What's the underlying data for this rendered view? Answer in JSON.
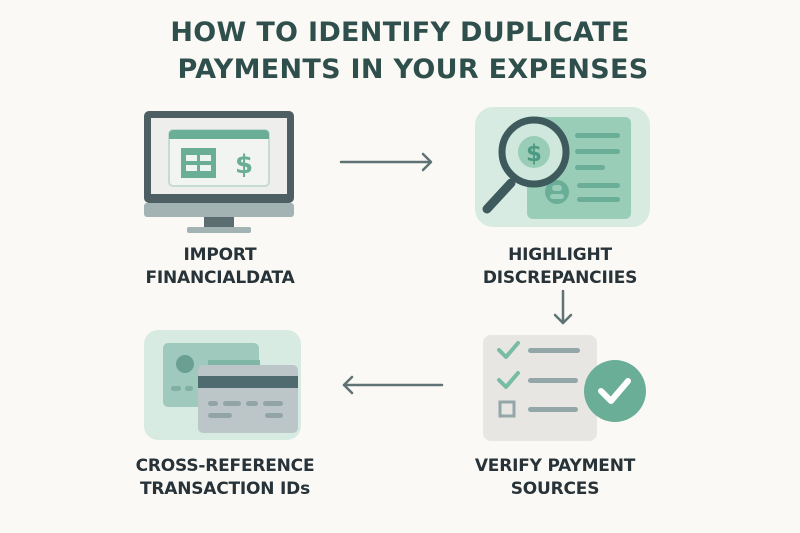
{
  "title": {
    "line1": "HOW TO IDENTIFY DUPLICATE",
    "line2": "PAYMENTS IN YOUR EXPENSES"
  },
  "colors": {
    "background": "#fbf9f5",
    "title": "#2f4f4c",
    "label": "#273338",
    "accent_green": "#6aae98",
    "light_green": "#d7ebe2",
    "dark_slate": "#4a6468",
    "arrow": "#5f7275"
  },
  "steps": [
    {
      "id": 1,
      "icon": "computer-spreadsheet-icon",
      "line1": "IMPORT",
      "line2": "FINANCIALDATA"
    },
    {
      "id": 2,
      "icon": "magnifier-document-icon",
      "line1": "HIGHLIGHT",
      "line2": "DISCREPANCIIES"
    },
    {
      "id": 3,
      "icon": "checklist-verified-icon",
      "line1": "VERIFY PAYMENT",
      "line2": "SOURCES"
    },
    {
      "id": 4,
      "icon": "credit-cards-icon",
      "line1": "CROSS-REFERENCE",
      "line2": "TRANSACTION IDs"
    }
  ],
  "arrows": [
    {
      "from": 1,
      "to": 2,
      "direction": "right"
    },
    {
      "from": 2,
      "to": 3,
      "direction": "down"
    },
    {
      "from": 3,
      "to": 4,
      "direction": "left"
    }
  ],
  "icon_glyphs": {
    "dollar": "$"
  }
}
